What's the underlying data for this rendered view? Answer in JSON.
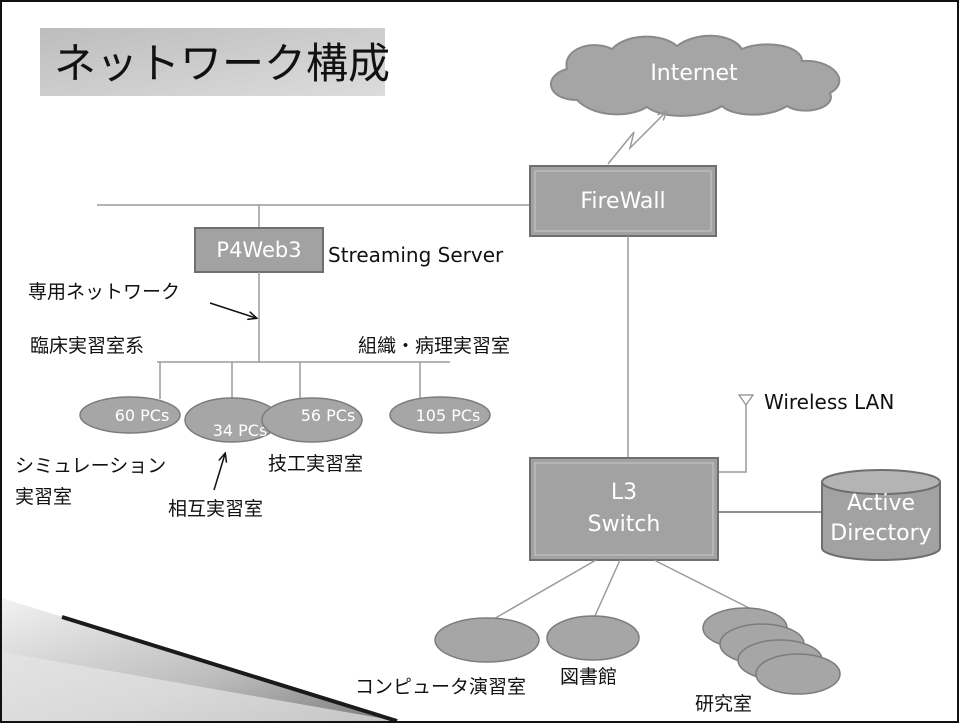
{
  "title": "ネットワーク構成",
  "nodes": {
    "internet": "Internet",
    "firewall": "FireWall",
    "p4web3": "P4Web3",
    "streaming_server": "Streaming Server",
    "wireless_lan": "Wireless LAN",
    "l3_switch": [
      "L3",
      "Switch"
    ],
    "active_directory": [
      "Active",
      "Directory"
    ]
  },
  "annotations": {
    "dedicated_network": "専用ネットワーク",
    "clinical_group": "臨床実習室系",
    "histology_group": "組織・病理実習室"
  },
  "pc_groups": [
    {
      "count": "60 PCs"
    },
    {
      "count": "34 PCs"
    },
    {
      "count": "56 PCs"
    },
    {
      "count": "105 PCs"
    }
  ],
  "rooms": {
    "simulation": [
      "シミュレーション",
      "実習室"
    ],
    "dental_tech": "技工実習室",
    "interactive": "相互実習室",
    "computer_lab": "コンピュータ演習室",
    "library": "図書館",
    "research": "研究室"
  },
  "colors": {
    "node_fill": "#a2a2a2",
    "node_border": "#6f6f6f",
    "link": "#9a9a9a",
    "node_text": "#ffffff",
    "label_text": "#111111"
  }
}
